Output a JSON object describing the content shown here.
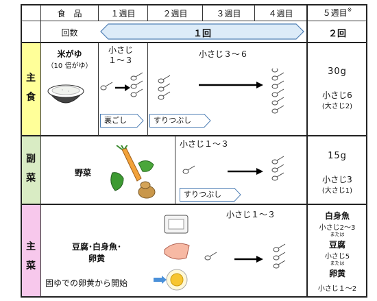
{
  "header": {
    "food": "食　品",
    "week1": "１週目",
    "week2": "２週目",
    "week3": "３週目",
    "week4": "４週目",
    "week5": "５週目",
    "week5_note": "※"
  },
  "frequency": {
    "label": "回数",
    "weeks1_4": "１回",
    "week5": "２回"
  },
  "staple": {
    "category": [
      "主",
      "食"
    ],
    "food_name": "米がゆ",
    "food_note": "（10 倍がゆ）",
    "week1_amount_line1": "小さじ",
    "week1_amount_line2": "１～３",
    "weeks2_4_amount": "小さじ３～６",
    "texture1": "裏ごし",
    "texture2": "すりつぶし",
    "week5_grams": "30g",
    "week5_spoons": "小さじ6",
    "week5_tbsp": "(大さじ2)"
  },
  "side": {
    "category": [
      "副",
      "菜"
    ],
    "food_name": "野菜",
    "amount": "小さじ１～３",
    "texture": "すりつぶし",
    "week5_grams": "15g",
    "week5_spoons": "小さじ3",
    "week5_tbsp": "(大さじ1)"
  },
  "main": {
    "category": [
      "主",
      "菜"
    ],
    "food_name_line1": "豆腐･白身魚･",
    "food_name_line2": "卵黄",
    "note": "固ゆでの卵黄から開始",
    "amount": "小さじ１～３",
    "week5_fish": "白身魚",
    "week5_fish_amount": "小さじ2～3",
    "or1": "または",
    "week5_tofu": "豆腐",
    "week5_tofu_amount": "小さじ5",
    "or2": "または",
    "week5_yolk": "卵黄",
    "week5_yolk_amount": "小さじ１～2"
  },
  "colors": {
    "staple_bg": "#ffff99",
    "side_bg": "#d9ecc4",
    "main_bg": "#f7c8ec",
    "banner_fill": "#dcebf8",
    "banner_stroke": "#4f7fb5"
  }
}
